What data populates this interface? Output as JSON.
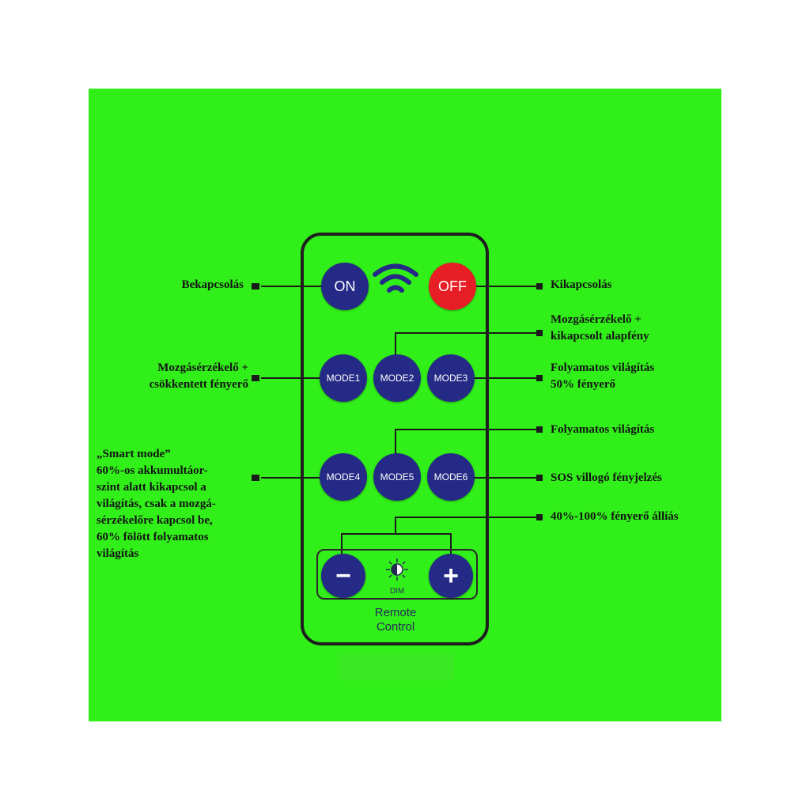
{
  "remote": {
    "on_label": "ON",
    "off_label": "OFF",
    "modes": [
      "MODE1",
      "MODE2",
      "MODE3",
      "MODE4",
      "MODE5",
      "MODE6"
    ],
    "minus_label": "−",
    "plus_label": "+",
    "dim_label": "DIM",
    "caption_line1": "Remote",
    "caption_line2": "Control"
  },
  "labels": {
    "on": "Bekapcsolás",
    "off": "Kikapcsolás",
    "mode2_line1": "Mozgásérzékelő +",
    "mode2_line2": "kikapcsolt alapfény",
    "mode1_line1": "Mozgásérzékelő +",
    "mode1_line2": "csökkentett fényerő",
    "mode3_line1": "Folyamatos világítás",
    "mode3_line2": "50% fényerő",
    "mode5": "Folyamatos világítás",
    "mode4_lines": [
      "„Smart mode”",
      "60%-os akkumultáor-",
      "szint alatt kikapcsol a",
      "világítás, csak a mozgá-",
      "sérzékelőre kapcsol be,",
      "60% fölött folyamatos",
      "világítás"
    ],
    "mode6": "SOS villogó fényjelzés",
    "dim": "40%-100% fényerő állíás"
  },
  "colors": {
    "background": "#31ef19",
    "button": "#242a85",
    "off_button": "#e71e25",
    "wifi": "#242a85"
  }
}
